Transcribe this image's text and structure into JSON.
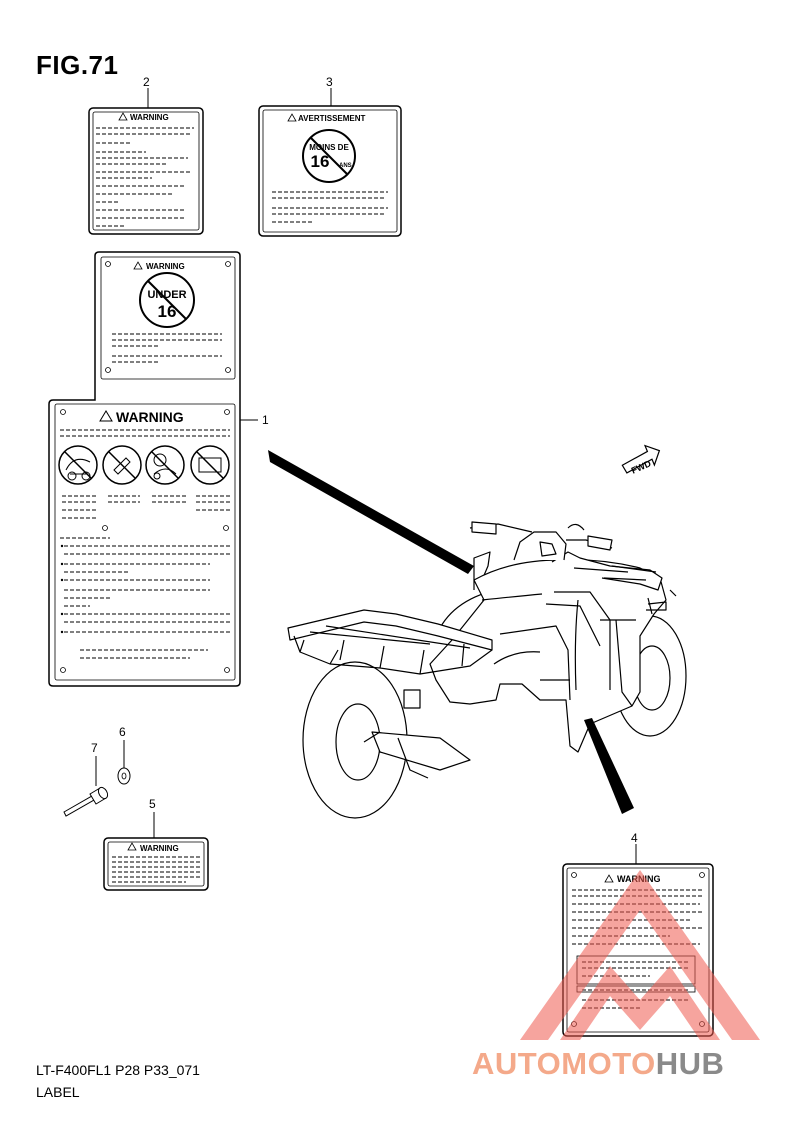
{
  "figure": {
    "title": "FIG.71"
  },
  "footer": {
    "model_code": "LT-F400FL1 P28 P33_071",
    "section_name": "LABEL"
  },
  "callouts": [
    "1",
    "2",
    "3",
    "4",
    "5",
    "6",
    "7"
  ],
  "labels": {
    "warning_main": {
      "heading": "WARNING",
      "badge_top": "UNDER",
      "badge_number": "16"
    },
    "warning_small": {
      "heading": "WARNING"
    },
    "avertissement": {
      "heading": "AVERTISSEMENT",
      "badge_top": "MOINS DE",
      "badge_number": "16",
      "badge_suffix": "ANS"
    },
    "warning_rack": {
      "heading": "WARNING"
    },
    "warning_rear": {
      "heading": "WARNING"
    }
  },
  "vehicle": {
    "direction_tag": "FWD"
  },
  "watermark": {
    "part1": "AUTOMOTO",
    "part2": "HUB",
    "accent": "#f05a4f"
  },
  "colors": {
    "line": "#000000",
    "watermark_red": "#f05a4f",
    "watermark_peach": "#f4a98a",
    "watermark_gray": "#8a8a8a"
  }
}
